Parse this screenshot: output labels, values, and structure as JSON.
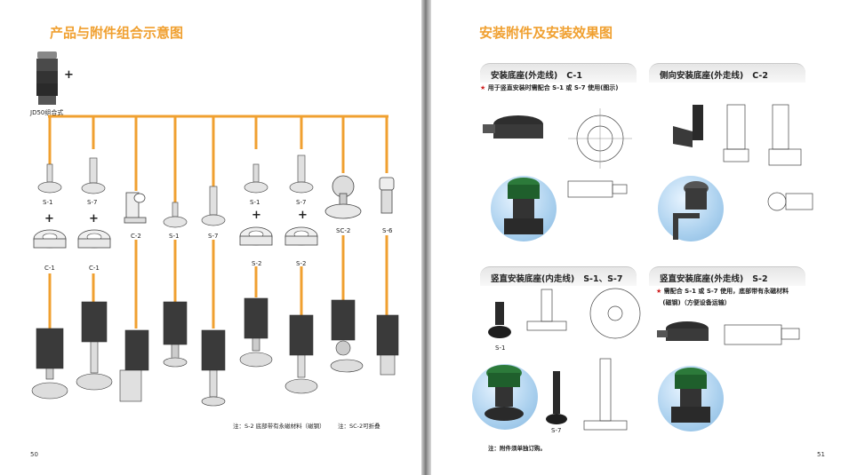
{
  "left_page": {
    "title": "产品与附件组合示意图",
    "combo_label": "JD50组合式",
    "labels": {
      "s1a": "S-1",
      "s7a": "S-7",
      "c1a": "C-1",
      "c1b": "C-1",
      "c2": "C-2",
      "s1b": "S-1",
      "s7b": "S-7",
      "s1c": "S-1",
      "s7c": "S-7",
      "s2a": "S-2",
      "s2b": "S-2",
      "sc2": "SC-2",
      "s6": "S-6"
    },
    "note_s2": "注：S-2 底部带有永磁材料（磁钢）",
    "note_sc2": "注：SC-2可折叠",
    "page_number": "50"
  },
  "right_page": {
    "title": "安装附件及安装效果图",
    "cards": [
      {
        "name": "安装底座(外走线)",
        "code": "C-1",
        "note": "用于竖直安装时需配合 S-1 或 S-7 使用(图示)"
      },
      {
        "name": "侧向安装底座(外走线)",
        "code": "C-2",
        "note": ""
      },
      {
        "name": "竖直安装底座(内走线)",
        "code": "S-1、S-7",
        "note": ""
      },
      {
        "name": "竖直安装底座(外走线)",
        "code": "S-2",
        "note": "需配合 S-1 或 S-7 使用，底部带有永磁材料",
        "note2": "(磁钢)（方便设备运输）"
      }
    ],
    "s1_label": "S-1",
    "s7_label": "S-7",
    "footnote": "注：附件须单独订购。",
    "page_number": "51"
  },
  "colors": {
    "accent": "#f0a030",
    "star": "#d02020"
  }
}
